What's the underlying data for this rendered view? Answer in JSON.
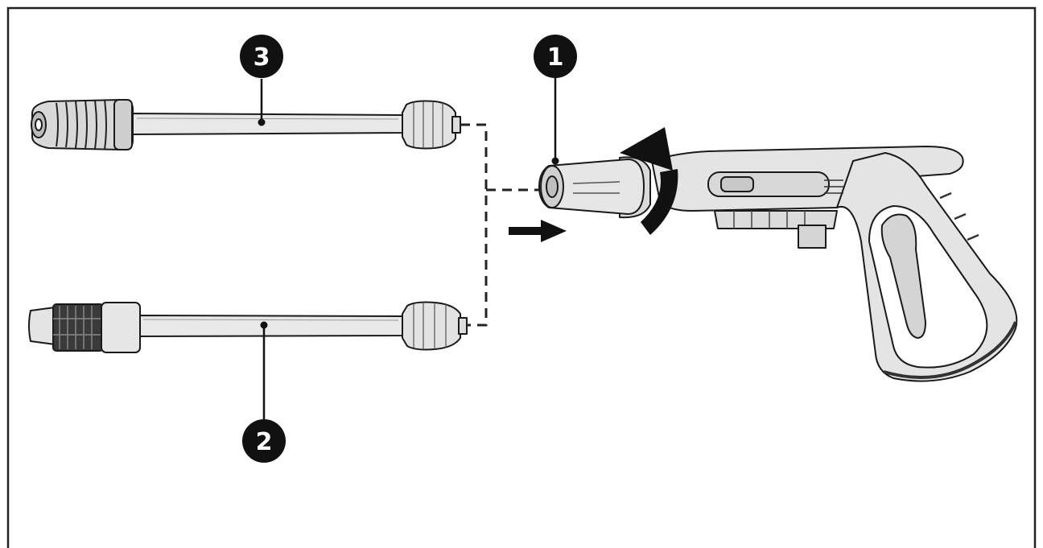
{
  "callouts": [
    {
      "id": "1",
      "label": "1",
      "part": "spray-gun-connector"
    },
    {
      "id": "2",
      "label": "2",
      "part": "lance-variable-nozzle"
    },
    {
      "id": "3",
      "label": "3",
      "part": "lance-turbo-nozzle"
    }
  ],
  "icons": {
    "rotate": "rotate-arrow-icon",
    "push": "push-arrow-icon"
  },
  "colors": {
    "line": "#1a1a1a",
    "part_fill": "#e6e6e6",
    "grip_fill": "#cfcfcf",
    "callout_fill": "#111111",
    "callout_text": "#ffffff"
  }
}
